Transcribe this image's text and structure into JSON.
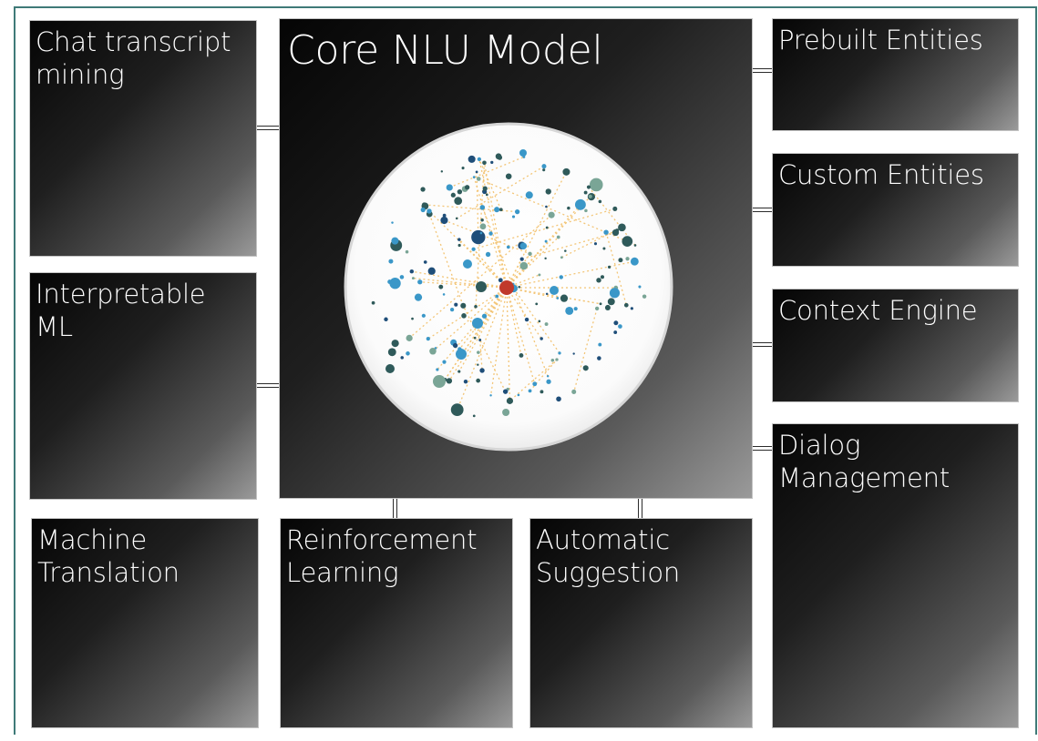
{
  "tiles": {
    "core": "Core NLU Model",
    "chat_transcript": "Chat transcript mining",
    "interpretable_ml": "Interpretable ML",
    "machine_translation": "Machine Translation",
    "reinforcement_learning": "Reinforcement Learning",
    "automatic_suggestion": "Automatic Suggestion",
    "prebuilt_entities": "Prebuilt Entities",
    "custom_entities": "Custom Entities",
    "context_engine": "Context Engine",
    "dialog_management": "Dialog Management"
  },
  "colors": {
    "frame": "#3f7a78",
    "node_blue": "#3a97c8",
    "node_dark_teal": "#2f5a5a",
    "node_sage": "#7aa596",
    "node_navy": "#1f4e79",
    "node_red": "#c0392b",
    "edge_orange": "#f0b34a"
  }
}
